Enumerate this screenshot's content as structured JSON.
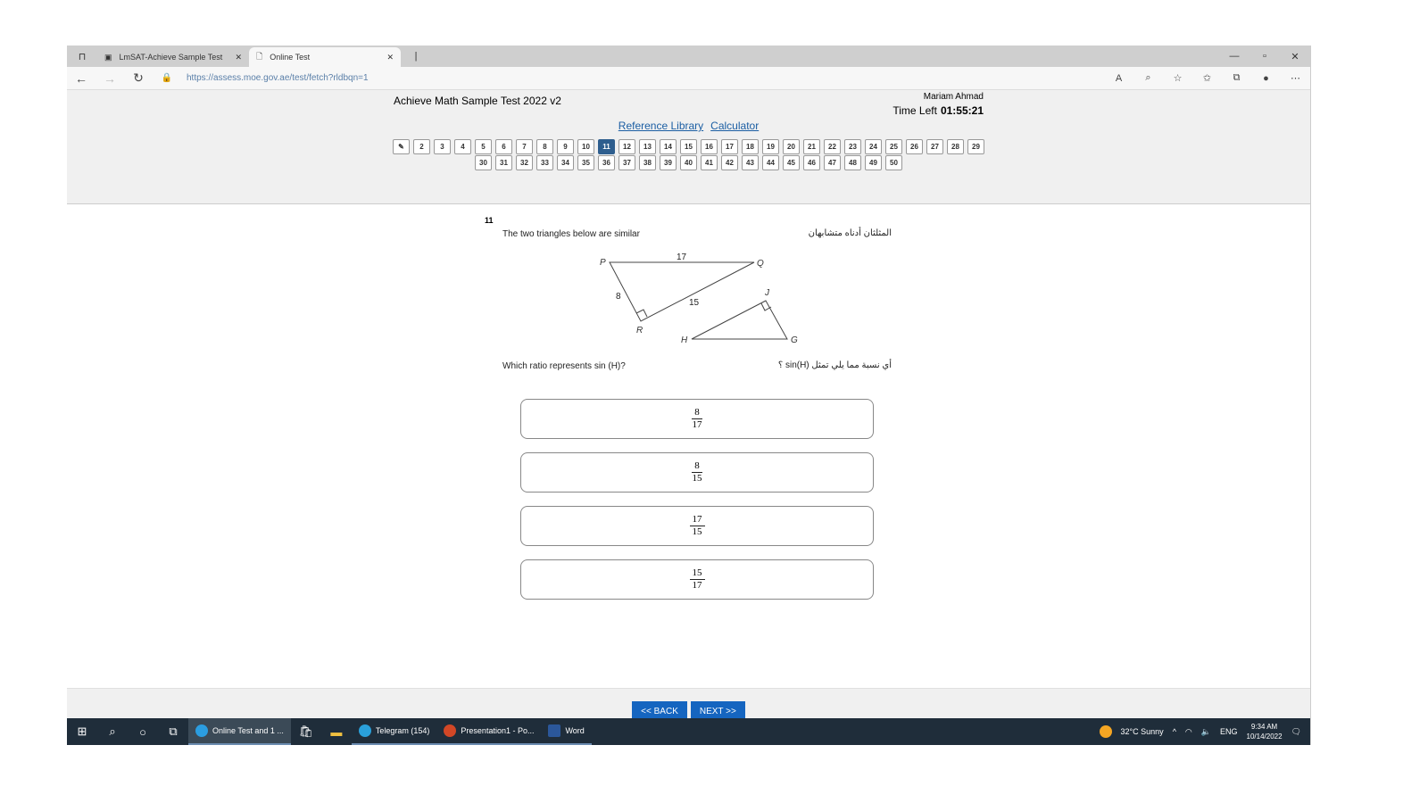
{
  "browser": {
    "tabs": [
      {
        "label": "LmSAT-Achieve Sample Test"
      },
      {
        "label": "Online Test"
      }
    ],
    "url": "https://assess.moe.gov.ae/test/fetch?rldbqn=1"
  },
  "header": {
    "title": "Achieve Math Sample Test 2022 v2",
    "user": "Mariam Ahmad",
    "time_label": "Time Left",
    "time_value": "01:55:21",
    "links": [
      "Reference Library",
      "Calculator"
    ]
  },
  "nav": {
    "current": 11,
    "row1": [
      "2",
      "3",
      "4",
      "5",
      "6",
      "7",
      "8",
      "9",
      "10",
      "11",
      "12",
      "13",
      "14",
      "15",
      "16",
      "17",
      "18",
      "19",
      "20",
      "21",
      "22",
      "23",
      "24",
      "25",
      "26",
      "27",
      "28",
      "29"
    ],
    "row2": [
      "30",
      "31",
      "32",
      "33",
      "34",
      "35",
      "36",
      "37",
      "38",
      "39",
      "40",
      "41",
      "42",
      "43",
      "44",
      "45",
      "46",
      "47",
      "48",
      "49",
      "50"
    ]
  },
  "question": {
    "number": "11",
    "intro_en": "The two triangles below are similar",
    "intro_ar": "المثلثان أدناه متشابهان",
    "prompt_en": "Which ratio represents sin (H)?",
    "prompt_ar": "أي نسبة مما يلي تمثل sin(H) ؟",
    "figure": {
      "P": "P",
      "Q": "Q",
      "R": "R",
      "J": "J",
      "H": "H",
      "G": "G",
      "PQ": "17",
      "PR": "8",
      "RQ": "15"
    },
    "options": [
      {
        "n": "8",
        "d": "17"
      },
      {
        "n": "8",
        "d": "15"
      },
      {
        "n": "17",
        "d": "15"
      },
      {
        "n": "15",
        "d": "17"
      }
    ]
  },
  "footer": {
    "back": "<< BACK",
    "next": "NEXT >>"
  },
  "taskbar": {
    "apps": [
      "Online Test and 1 ...",
      "Telegram (154)",
      "Presentation1 - Po...",
      "Word"
    ],
    "weather": "32°C  Sunny",
    "lang": "ENG",
    "time": "9:34 AM",
    "date": "10/14/2022"
  }
}
